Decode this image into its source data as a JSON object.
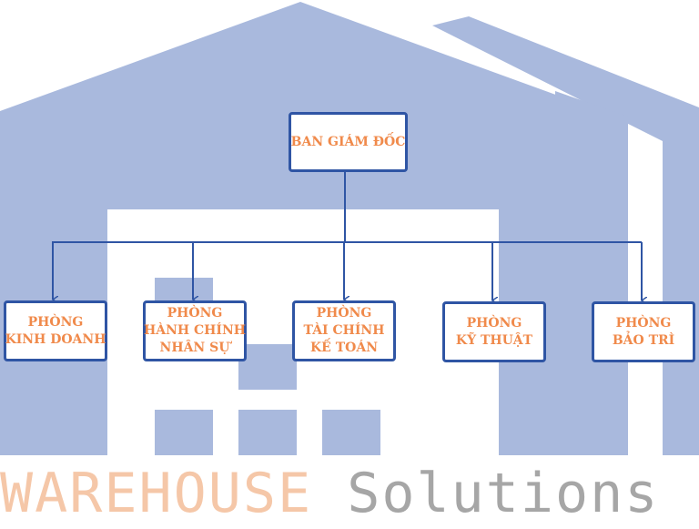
{
  "background": {
    "logo_word_1": "WAREHOUSE",
    "logo_word_2": "Solutions",
    "logo_color_1": "#f5c7a8",
    "logo_color_2": "#a6a6a6",
    "building_color": "#a9b9dd"
  },
  "org_chart": {
    "top": {
      "lines": [
        "BAN GIÁM ĐỐC"
      ]
    },
    "departments": [
      {
        "lines": [
          "PHÒNG",
          "KINH DOANH"
        ]
      },
      {
        "lines": [
          "PHÒNG",
          "HÀNH CHÍNH",
          "NHÂN SỰ"
        ]
      },
      {
        "lines": [
          "PHÒNG",
          "TÀI CHÍNH",
          "KẾ TOÁN"
        ]
      },
      {
        "lines": [
          "PHÒNG",
          "KỸ THUẬT"
        ]
      },
      {
        "lines": [
          "PHÒNG",
          "BẢO TRÌ"
        ]
      }
    ],
    "colors": {
      "text": "#f08a4b",
      "border": "#2f55a4",
      "connector": "#2f55a4"
    }
  }
}
